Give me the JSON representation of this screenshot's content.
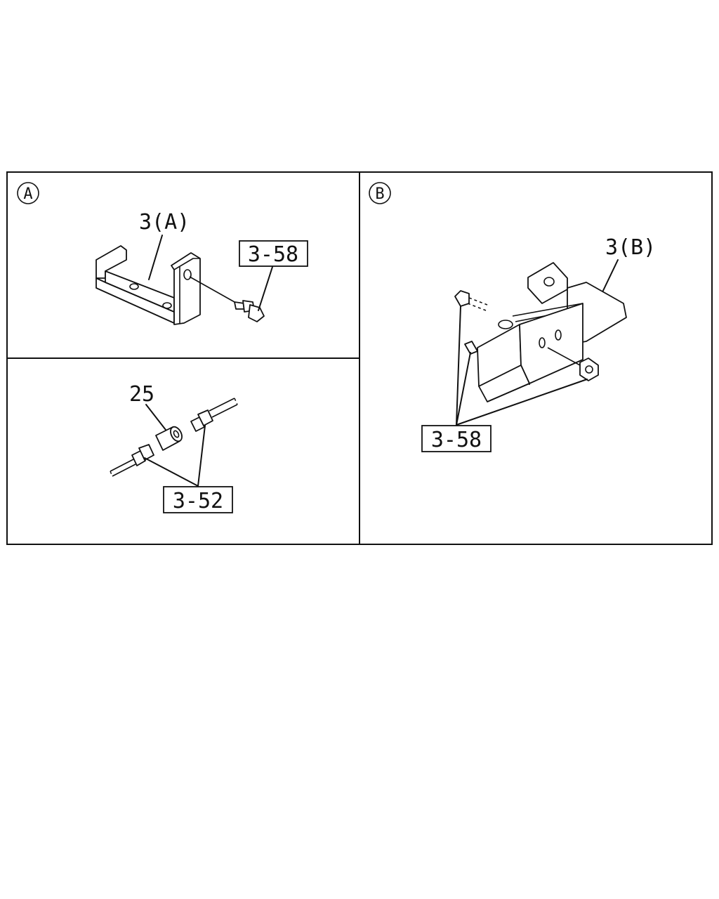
{
  "panel_a_top": {
    "circle_label": "A",
    "part_label": "3(A)",
    "ref_label": "3-58"
  },
  "panel_a_bottom": {
    "part_label": "25",
    "ref_label": "3-52"
  },
  "panel_b": {
    "circle_label": "B",
    "part_label": "3(B)",
    "ref_label": "3-58"
  },
  "colors": {
    "line": "#111111",
    "background": "#ffffff"
  }
}
